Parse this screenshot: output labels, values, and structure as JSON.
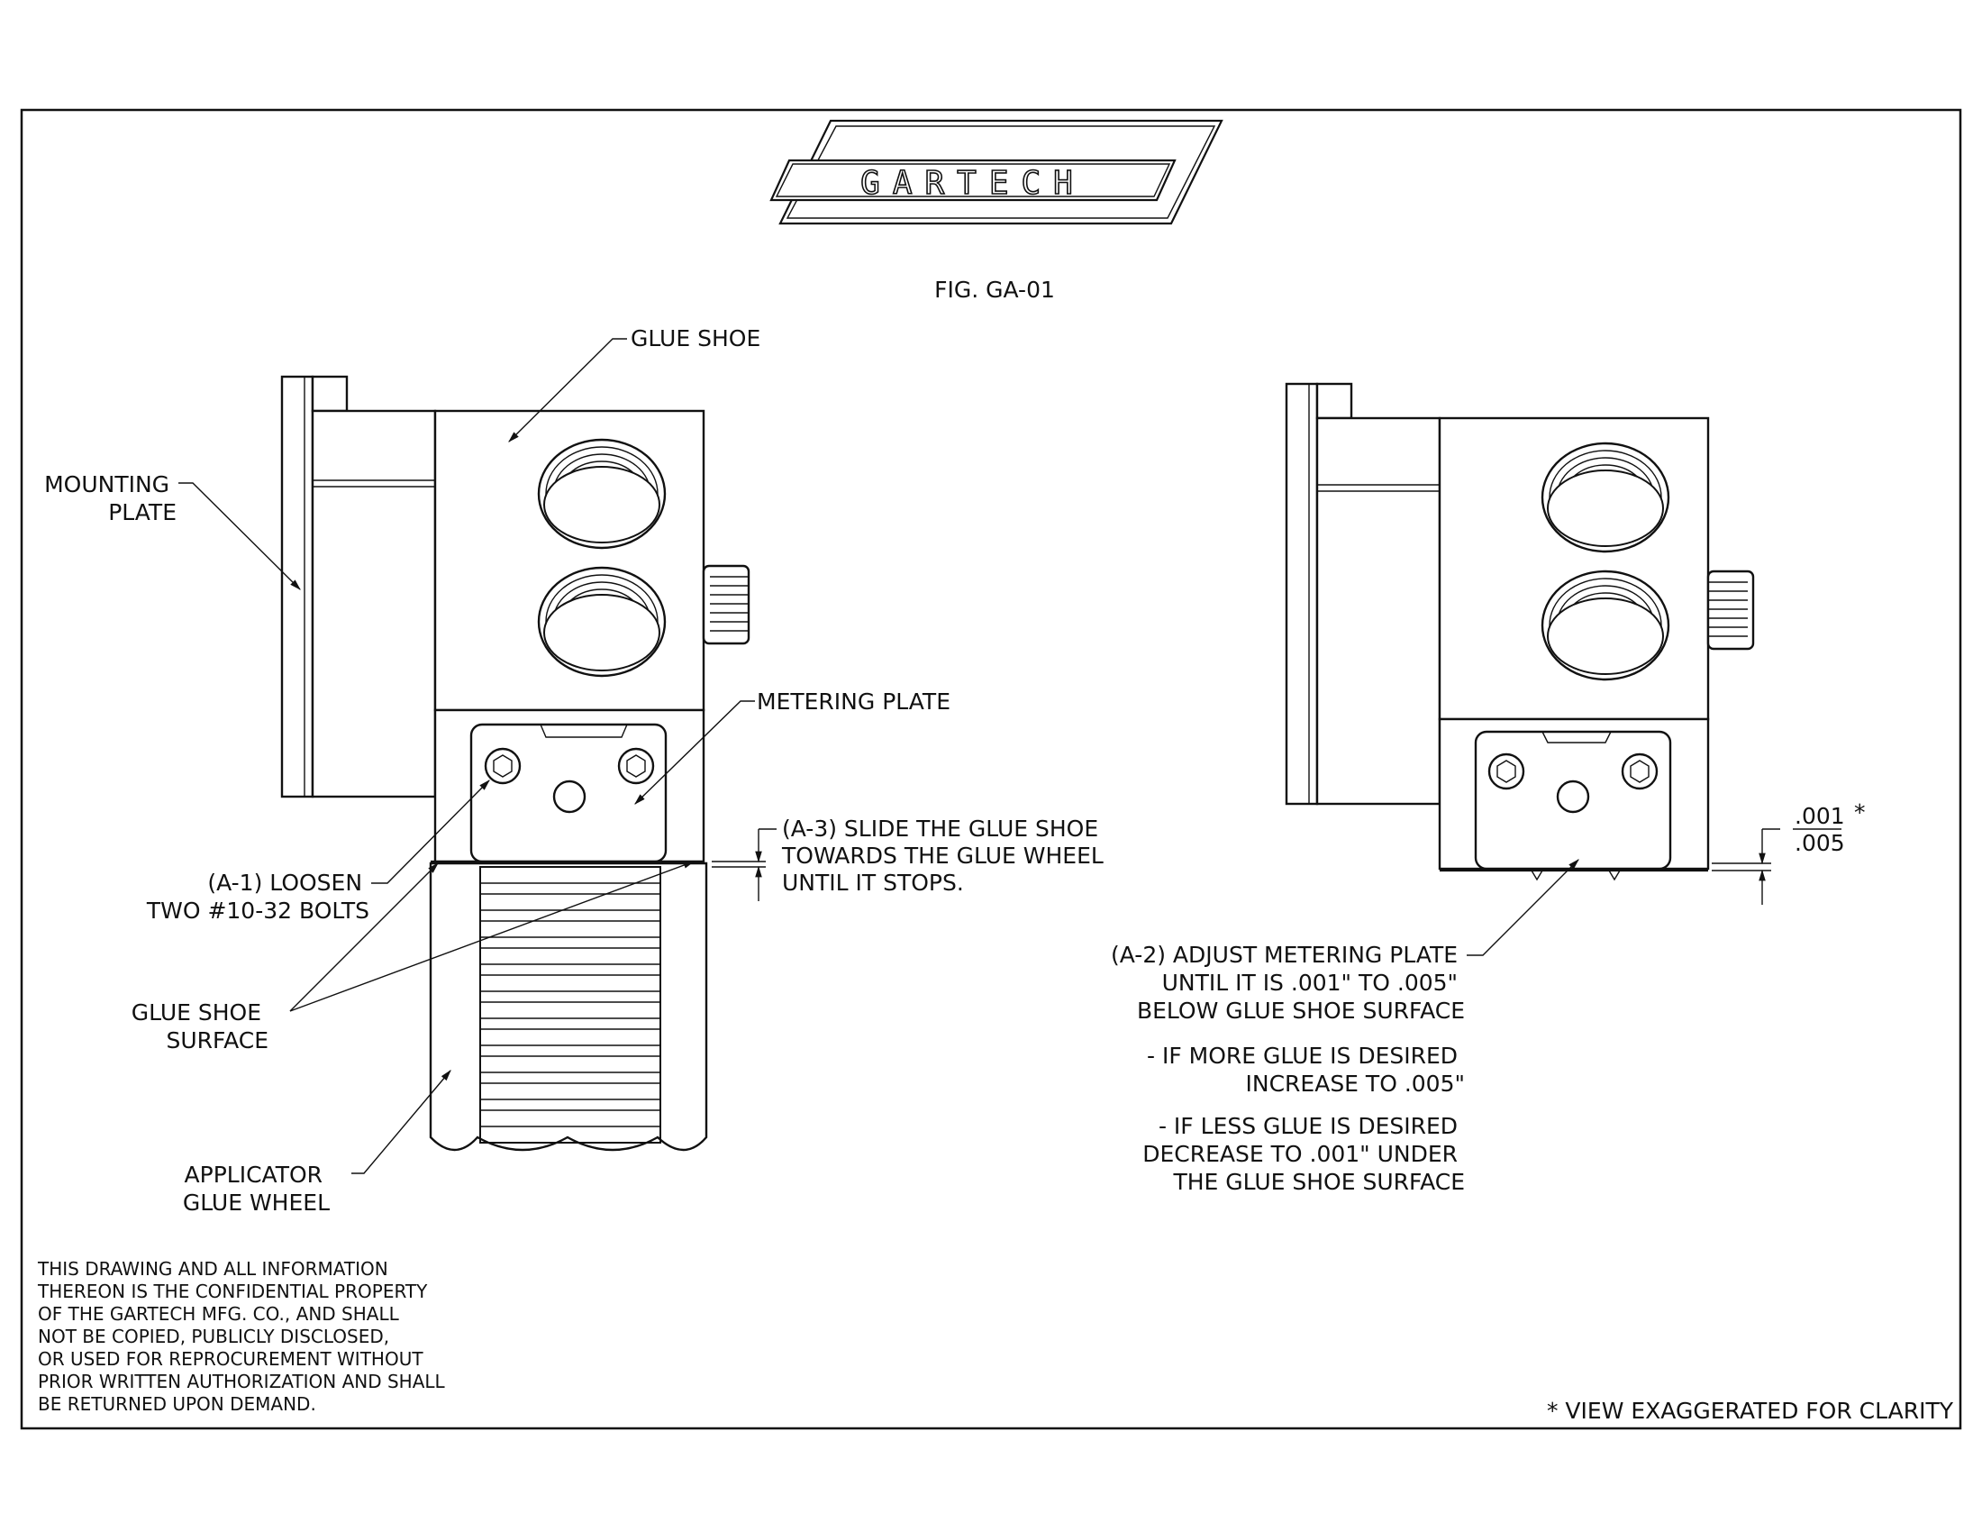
{
  "logo": {
    "text": "GARTECH"
  },
  "figure_title": "FIG. GA-01",
  "labels": {
    "glue_shoe": "GLUE SHOE",
    "mounting_plate": [
      "MOUNTING",
      "PLATE"
    ],
    "metering_plate": "METERING PLATE",
    "a3": [
      "(A-3) SLIDE THE GLUE SHOE",
      "TOWARDS THE GLUE WHEEL",
      "UNTIL IT STOPS."
    ],
    "a1": [
      "(A-1) LOOSEN",
      "TWO #10-32 BOLTS"
    ],
    "glue_shoe_surface": [
      "GLUE SHOE",
      "SURFACE"
    ],
    "applicator": [
      "APPLICATOR",
      "GLUE WHEEL"
    ],
    "a2": [
      "(A-2) ADJUST METERING PLATE",
      "UNTIL IT IS .001\" TO .005\"",
      "BELOW GLUE SHOE SURFACE"
    ],
    "more_glue": [
      "- IF MORE GLUE IS DESIRED",
      "INCREASE TO .005\""
    ],
    "less_glue": [
      "- IF LESS GLUE IS DESIRED",
      "DECREASE TO .001\" UNDER",
      "THE GLUE SHOE SURFACE"
    ],
    "dim_top": ".001",
    "dim_bottom": ".005",
    "dim_star": "*"
  },
  "confidential": [
    "THIS DRAWING AND ALL INFORMATION",
    "THEREON IS THE CONFIDENTIAL PROPERTY",
    "OF THE GARTECH MFG. CO., AND SHALL",
    "NOT BE COPIED, PUBLICLY DISCLOSED,",
    "OR USED FOR REPROCUREMENT WITHOUT",
    "PRIOR WRITTEN AUTHORIZATION AND SHALL",
    "BE RETURNED UPON DEMAND."
  ],
  "footnote": "* VIEW EXAGGERATED FOR CLARITY"
}
